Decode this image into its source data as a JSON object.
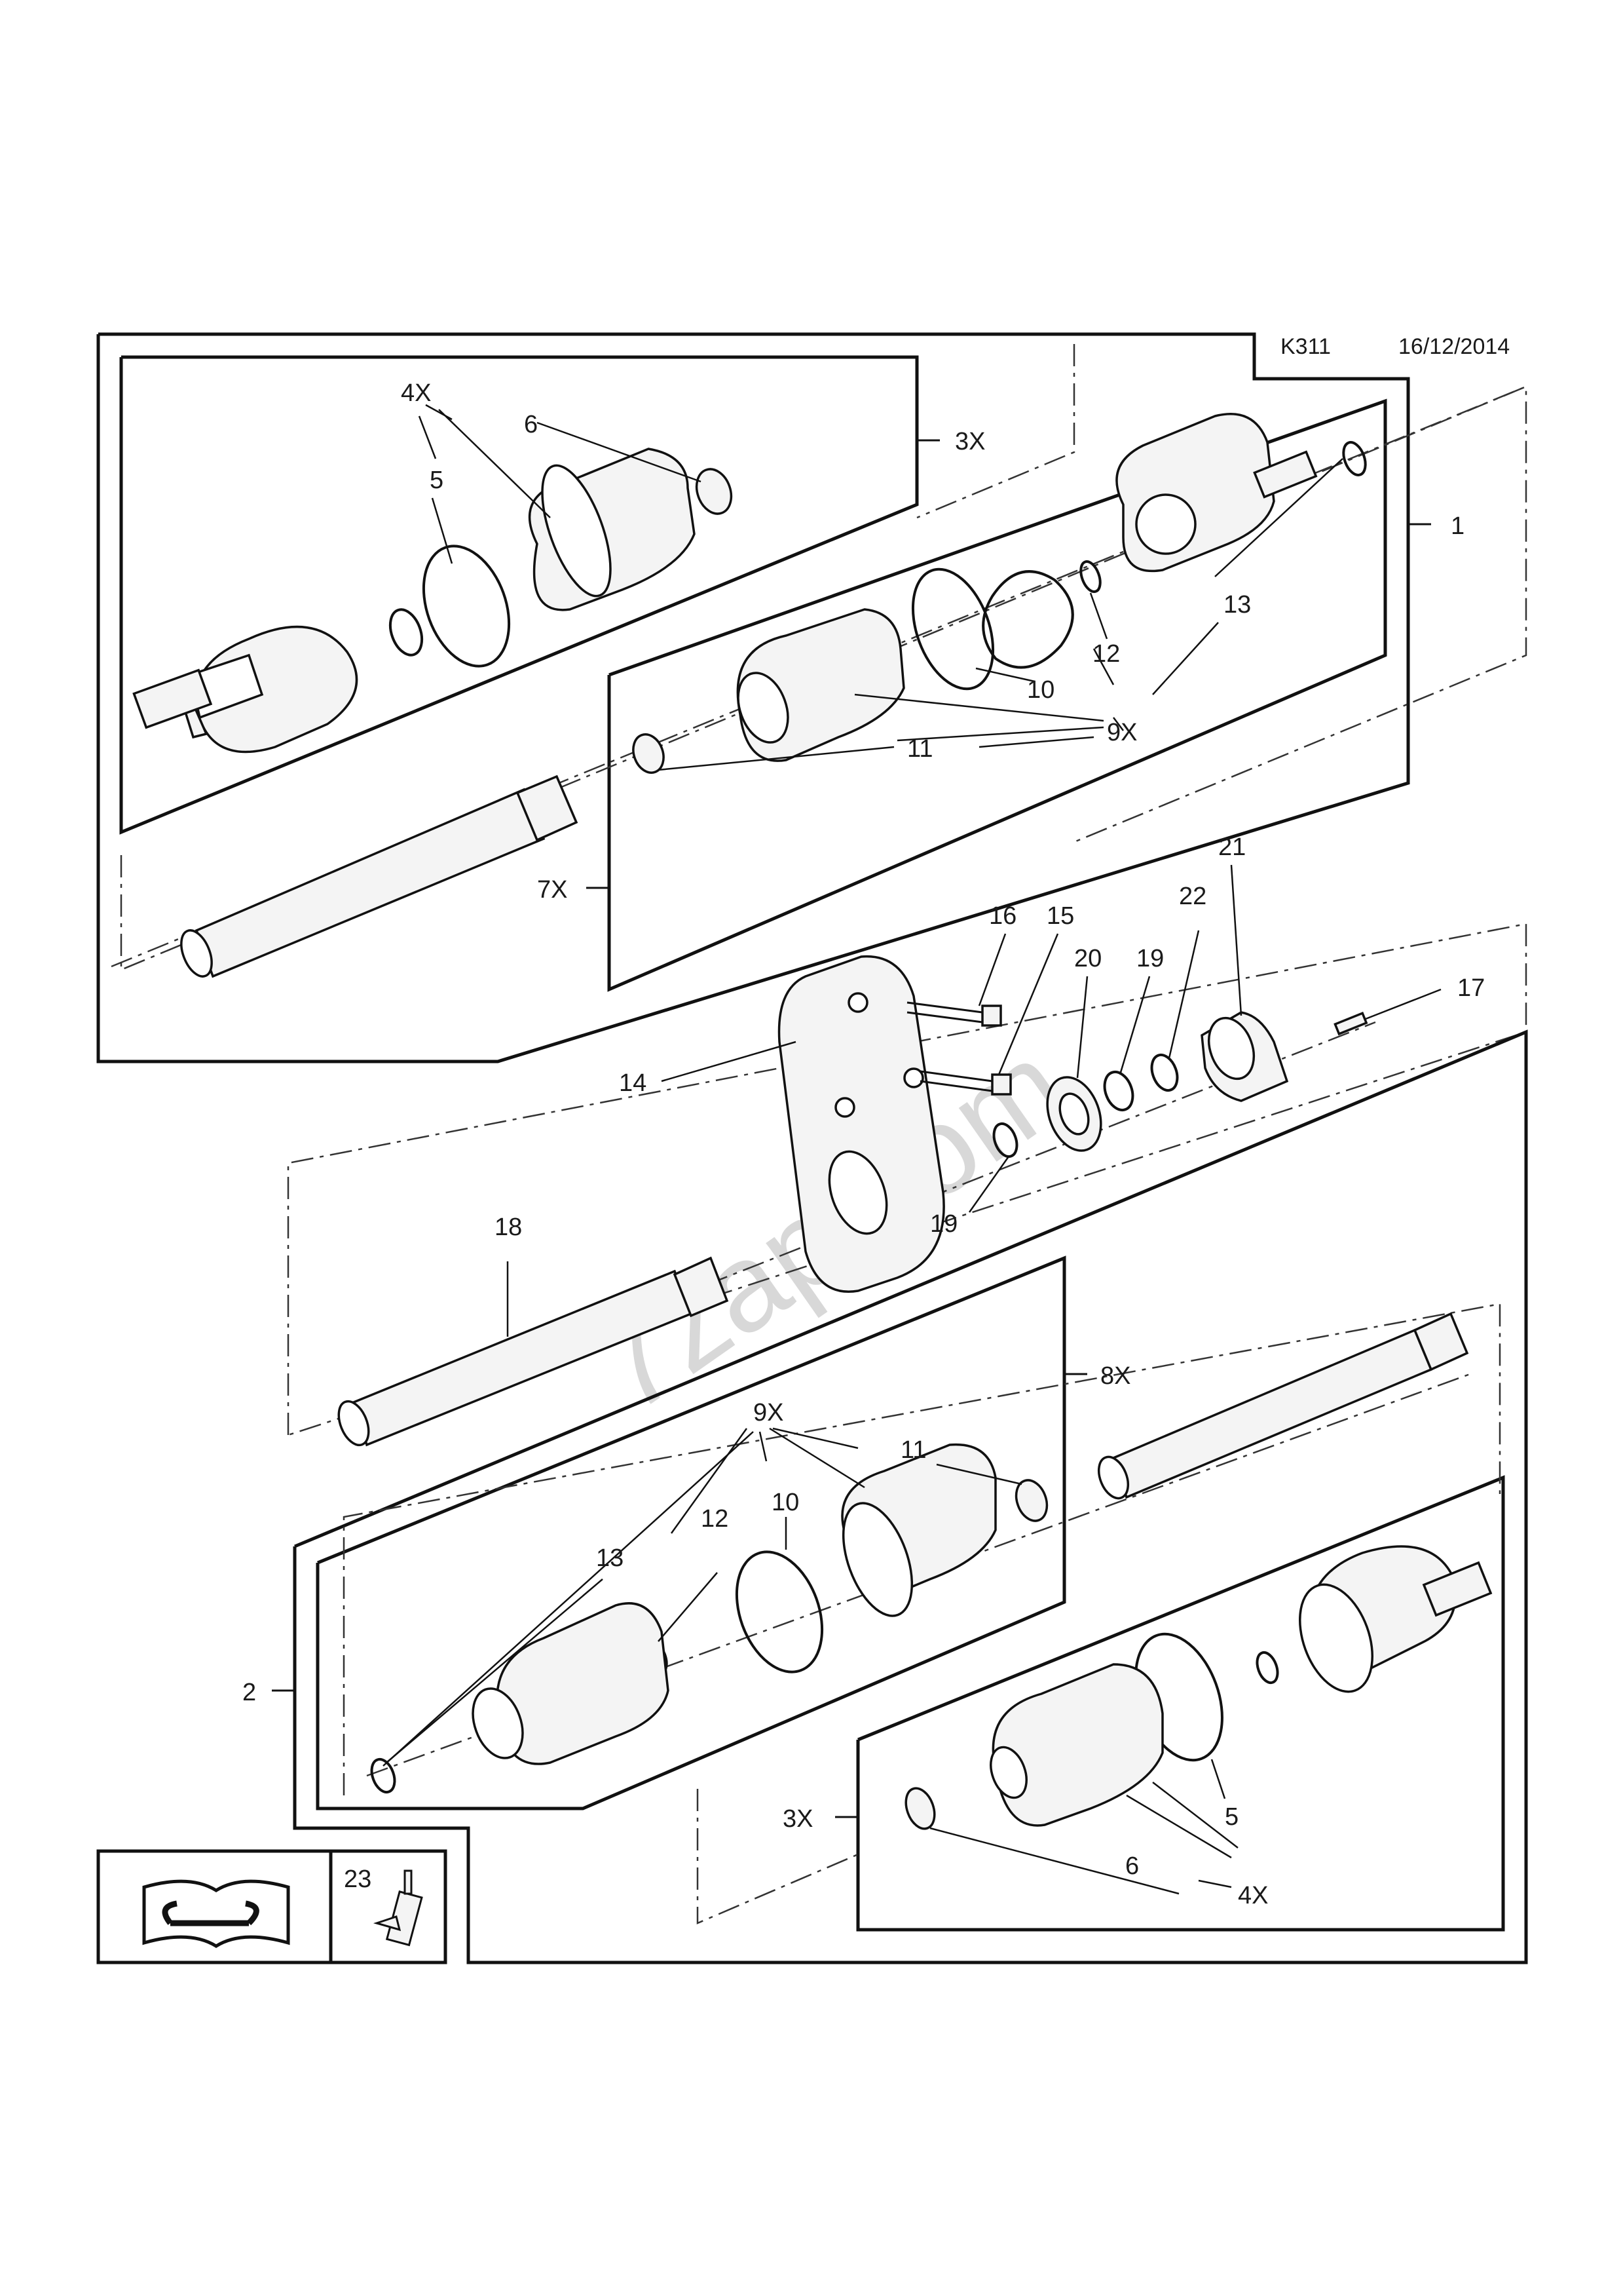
{
  "header": {
    "code": "K311",
    "date": "16/12/2014"
  },
  "watermark": "7zap.com",
  "labels": {
    "l_4x_top": "4X",
    "l_6_top": "6",
    "l_5_top": "5",
    "l_3x_top": "3X",
    "l_1": "1",
    "l_13_top": "13",
    "l_12_top": "12",
    "l_10_top": "10",
    "l_9x_top": "9X",
    "l_11_top": "11",
    "l_7x": "7X",
    "l_21": "21",
    "l_22": "22",
    "l_16": "16",
    "l_15": "15",
    "l_20": "20",
    "l_19_a": "19",
    "l_17": "17",
    "l_14": "14",
    "l_19_b": "19",
    "l_18": "18",
    "l_8x": "8X",
    "l_9x_bot": "9X",
    "l_11_bot": "11",
    "l_10_bot": "10",
    "l_12_bot": "12",
    "l_13_bot": "13",
    "l_2": "2",
    "l_3x_bot": "3X",
    "l_5_bot": "5",
    "l_6_bot": "6",
    "l_4x_bot": "4X",
    "l_23": "23"
  }
}
